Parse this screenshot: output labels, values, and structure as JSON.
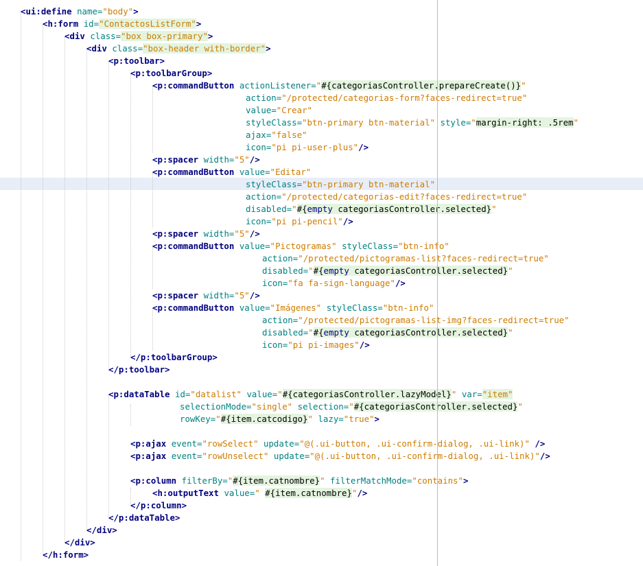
{
  "editor": {
    "lines": [
      [
        {
          "t": "<ui:define",
          "c": "tag"
        },
        {
          "t": " "
        },
        {
          "t": "name",
          "c": "attr"
        },
        {
          "t": "=",
          "c": "eq"
        },
        {
          "t": "\"body\"",
          "c": "str"
        },
        {
          "t": ">",
          "c": "tag"
        }
      ],
      [
        {
          "t": "<h:form",
          "c": "tag"
        },
        {
          "t": " "
        },
        {
          "t": "id",
          "c": "attr"
        },
        {
          "t": "=",
          "c": "eq"
        },
        {
          "t": "\"ContactosListForm\"",
          "c": "str",
          "h": 1
        },
        {
          "t": ">",
          "c": "tag"
        }
      ],
      [
        {
          "t": "<div",
          "c": "tag"
        },
        {
          "t": " "
        },
        {
          "t": "class",
          "c": "attr"
        },
        {
          "t": "=",
          "c": "eq"
        },
        {
          "t": "\"box box-primary\"",
          "c": "str",
          "h": 1
        },
        {
          "t": ">",
          "c": "tag"
        }
      ],
      [
        {
          "t": "<div",
          "c": "tag"
        },
        {
          "t": " "
        },
        {
          "t": "class",
          "c": "attr"
        },
        {
          "t": "=",
          "c": "eq"
        },
        {
          "t": "\"box-header with-border\"",
          "c": "str",
          "h": 1
        },
        {
          "t": ">",
          "c": "tag"
        }
      ],
      [
        {
          "t": "<p:toolbar>",
          "c": "tag"
        }
      ],
      [
        {
          "t": "<p:toolbarGroup>",
          "c": "tag"
        }
      ],
      [
        {
          "t": "<p:commandButton",
          "c": "tag"
        },
        {
          "t": " "
        },
        {
          "t": "actionListener",
          "c": "attr"
        },
        {
          "t": "=",
          "c": "eq"
        },
        {
          "t": "\"",
          "c": "str"
        },
        {
          "t": "#{categoriasController.prepareCreate()}",
          "c": "el",
          "h": 1
        },
        {
          "t": "\"",
          "c": "str"
        }
      ],
      [
        {
          "t": "action",
          "c": "attr"
        },
        {
          "t": "=",
          "c": "eq"
        },
        {
          "t": "\"/protected/categorias-form?faces-redirect=true\"",
          "c": "str"
        }
      ],
      [
        {
          "t": "value",
          "c": "attr"
        },
        {
          "t": "=",
          "c": "eq"
        },
        {
          "t": "\"Crear\"",
          "c": "str"
        }
      ],
      [
        {
          "t": "styleClass",
          "c": "attr"
        },
        {
          "t": "=",
          "c": "eq"
        },
        {
          "t": "\"btn-primary btn-material\"",
          "c": "str"
        },
        {
          "t": " "
        },
        {
          "t": "style",
          "c": "attr"
        },
        {
          "t": "=",
          "c": "eq"
        },
        {
          "t": "\"",
          "c": "str"
        },
        {
          "t": "margin-right: .5rem",
          "c": "el",
          "h": 1
        },
        {
          "t": "\"",
          "c": "str"
        }
      ],
      [
        {
          "t": "ajax",
          "c": "attr"
        },
        {
          "t": "=",
          "c": "eq"
        },
        {
          "t": "\"false\"",
          "c": "str"
        }
      ],
      [
        {
          "t": "icon",
          "c": "attr"
        },
        {
          "t": "=",
          "c": "eq"
        },
        {
          "t": "\"pi pi-user-plus\"",
          "c": "str"
        },
        {
          "t": "/>",
          "c": "tag"
        }
      ],
      [
        {
          "t": "<p:spacer",
          "c": "tag"
        },
        {
          "t": " "
        },
        {
          "t": "width",
          "c": "attr"
        },
        {
          "t": "=",
          "c": "eq"
        },
        {
          "t": "\"5\"",
          "c": "str"
        },
        {
          "t": "/>",
          "c": "tag"
        }
      ],
      [
        {
          "t": "<p:commandButton",
          "c": "tag"
        },
        {
          "t": " "
        },
        {
          "t": "value",
          "c": "attr"
        },
        {
          "t": "=",
          "c": "eq"
        },
        {
          "t": "\"Editar\"",
          "c": "str"
        }
      ],
      [
        {
          "t": "styleClass",
          "c": "attr"
        },
        {
          "t": "=",
          "c": "eq"
        },
        {
          "t": "\"btn-primary btn-material\"",
          "c": "str"
        }
      ],
      [
        {
          "t": "action",
          "c": "attr"
        },
        {
          "t": "=",
          "c": "eq"
        },
        {
          "t": "\"/protected/categorias-edit?faces-redirect=true\"",
          "c": "str"
        }
      ],
      [
        {
          "t": "disabled",
          "c": "attr"
        },
        {
          "t": "=",
          "c": "eq"
        },
        {
          "t": "\"",
          "c": "str"
        },
        {
          "t": "#{",
          "c": "el",
          "h": 1
        },
        {
          "t": "empty",
          "c": "kw",
          "h": 1
        },
        {
          "t": " categoriasController.selected}",
          "c": "el",
          "h": 1
        },
        {
          "t": "\"",
          "c": "str"
        }
      ],
      [
        {
          "t": "icon",
          "c": "attr"
        },
        {
          "t": "=",
          "c": "eq"
        },
        {
          "t": "\"pi pi-pencil\"",
          "c": "str"
        },
        {
          "t": "/>",
          "c": "tag"
        }
      ],
      [
        {
          "t": "<p:spacer",
          "c": "tag"
        },
        {
          "t": " "
        },
        {
          "t": "width",
          "c": "attr"
        },
        {
          "t": "=",
          "c": "eq"
        },
        {
          "t": "\"5\"",
          "c": "str"
        },
        {
          "t": "/>",
          "c": "tag"
        }
      ],
      [
        {
          "t": "<p:commandButton",
          "c": "tag"
        },
        {
          "t": " "
        },
        {
          "t": "value",
          "c": "attr"
        },
        {
          "t": "=",
          "c": "eq"
        },
        {
          "t": "\"Pictogramas\"",
          "c": "str"
        },
        {
          "t": " "
        },
        {
          "t": "styleClass",
          "c": "attr"
        },
        {
          "t": "=",
          "c": "eq"
        },
        {
          "t": "\"btn-info\"",
          "c": "str"
        }
      ],
      [
        {
          "t": "action",
          "c": "attr"
        },
        {
          "t": "=",
          "c": "eq"
        },
        {
          "t": "\"/protected/pictogramas-list?faces-redirect=true\"",
          "c": "str"
        }
      ],
      [
        {
          "t": "disabled",
          "c": "attr"
        },
        {
          "t": "=",
          "c": "eq"
        },
        {
          "t": "\"",
          "c": "str"
        },
        {
          "t": "#{",
          "c": "el",
          "h": 1
        },
        {
          "t": "empty",
          "c": "kw",
          "h": 1
        },
        {
          "t": " categoriasController.selected}",
          "c": "el",
          "h": 1
        },
        {
          "t": "\"",
          "c": "str"
        }
      ],
      [
        {
          "t": "icon",
          "c": "attr"
        },
        {
          "t": "=",
          "c": "eq"
        },
        {
          "t": "\"fa fa-sign-language\"",
          "c": "str"
        },
        {
          "t": "/>",
          "c": "tag"
        }
      ],
      [
        {
          "t": "<p:spacer",
          "c": "tag"
        },
        {
          "t": " "
        },
        {
          "t": "width",
          "c": "attr"
        },
        {
          "t": "=",
          "c": "eq"
        },
        {
          "t": "\"5\"",
          "c": "str"
        },
        {
          "t": "/>",
          "c": "tag"
        }
      ],
      [
        {
          "t": "<p:commandButton",
          "c": "tag"
        },
        {
          "t": " "
        },
        {
          "t": "value",
          "c": "attr"
        },
        {
          "t": "=",
          "c": "eq"
        },
        {
          "t": "\"Imágenes\"",
          "c": "str"
        },
        {
          "t": " "
        },
        {
          "t": "styleClass",
          "c": "attr"
        },
        {
          "t": "=",
          "c": "eq"
        },
        {
          "t": "\"btn-info\"",
          "c": "str"
        }
      ],
      [
        {
          "t": "action",
          "c": "attr"
        },
        {
          "t": "=",
          "c": "eq"
        },
        {
          "t": "\"/protected/pictogramas-list-img?faces-redirect=true\"",
          "c": "str"
        }
      ],
      [
        {
          "t": "disabled",
          "c": "attr"
        },
        {
          "t": "=",
          "c": "eq"
        },
        {
          "t": "\"",
          "c": "str"
        },
        {
          "t": "#{",
          "c": "el",
          "h": 1
        },
        {
          "t": "empty",
          "c": "kw",
          "h": 1
        },
        {
          "t": " categoriasController.selected}",
          "c": "el",
          "h": 1
        },
        {
          "t": "\"",
          "c": "str"
        }
      ],
      [
        {
          "t": "icon",
          "c": "attr"
        },
        {
          "t": "=",
          "c": "eq"
        },
        {
          "t": "\"pi pi-images\"",
          "c": "str"
        },
        {
          "t": "/>",
          "c": "tag"
        }
      ],
      [
        {
          "t": "</p:toolbarGroup>",
          "c": "tag"
        }
      ],
      [
        {
          "t": "</p:toolbar>",
          "c": "tag"
        }
      ],
      [],
      [
        {
          "t": "<p:dataTable",
          "c": "tag"
        },
        {
          "t": " "
        },
        {
          "t": "id",
          "c": "attr"
        },
        {
          "t": "=",
          "c": "eq"
        },
        {
          "t": "\"datalist\"",
          "c": "str"
        },
        {
          "t": " "
        },
        {
          "t": "value",
          "c": "attr"
        },
        {
          "t": "=",
          "c": "eq"
        },
        {
          "t": "\"",
          "c": "str"
        },
        {
          "t": "#{categoriasController.lazyModel}",
          "c": "el",
          "h": 1
        },
        {
          "t": "\"",
          "c": "str"
        },
        {
          "t": " "
        },
        {
          "t": "var",
          "c": "attr"
        },
        {
          "t": "=",
          "c": "eq"
        },
        {
          "t": "\"item\"",
          "c": "str",
          "h": 1
        }
      ],
      [
        {
          "t": "selectionMode",
          "c": "attr"
        },
        {
          "t": "=",
          "c": "eq"
        },
        {
          "t": "\"single\"",
          "c": "str"
        },
        {
          "t": " "
        },
        {
          "t": "selection",
          "c": "attr"
        },
        {
          "t": "=",
          "c": "eq"
        },
        {
          "t": "\"",
          "c": "str"
        },
        {
          "t": "#{categoriasController.selected}",
          "c": "el",
          "h": 1
        },
        {
          "t": "\"",
          "c": "str"
        }
      ],
      [
        {
          "t": "rowKey",
          "c": "attr"
        },
        {
          "t": "=",
          "c": "eq"
        },
        {
          "t": "\"",
          "c": "str"
        },
        {
          "t": "#{item.catcodigo}",
          "c": "el",
          "h": 1
        },
        {
          "t": "\"",
          "c": "str"
        },
        {
          "t": " "
        },
        {
          "t": "lazy",
          "c": "attr"
        },
        {
          "t": "=",
          "c": "eq"
        },
        {
          "t": "\"true\"",
          "c": "str"
        },
        {
          "t": ">",
          "c": "tag"
        }
      ],
      [],
      [
        {
          "t": "<p:ajax",
          "c": "tag"
        },
        {
          "t": " "
        },
        {
          "t": "event",
          "c": "attr"
        },
        {
          "t": "=",
          "c": "eq"
        },
        {
          "t": "\"rowSelect\"",
          "c": "str"
        },
        {
          "t": " "
        },
        {
          "t": "update",
          "c": "attr"
        },
        {
          "t": "=",
          "c": "eq"
        },
        {
          "t": "\"@(.ui-button, .ui-confirm-dialog, .ui-link)\"",
          "c": "str"
        },
        {
          "t": " "
        },
        {
          "t": "/>",
          "c": "tag"
        }
      ],
      [
        {
          "t": "<p:ajax",
          "c": "tag"
        },
        {
          "t": " "
        },
        {
          "t": "event",
          "c": "attr"
        },
        {
          "t": "=",
          "c": "eq"
        },
        {
          "t": "\"rowUnselect\"",
          "c": "str"
        },
        {
          "t": " "
        },
        {
          "t": "update",
          "c": "attr"
        },
        {
          "t": "=",
          "c": "eq"
        },
        {
          "t": "\"@(.ui-button, .ui-confirm-dialog, .ui-link)\"",
          "c": "str"
        },
        {
          "t": "/>",
          "c": "tag"
        }
      ],
      [],
      [
        {
          "t": "<p:column",
          "c": "tag"
        },
        {
          "t": " "
        },
        {
          "t": "filterBy",
          "c": "attr"
        },
        {
          "t": "=",
          "c": "eq"
        },
        {
          "t": "\"",
          "c": "str"
        },
        {
          "t": "#{item.catnombre}",
          "c": "el",
          "h": 1
        },
        {
          "t": "\"",
          "c": "str"
        },
        {
          "t": " "
        },
        {
          "t": "filterMatchMode",
          "c": "attr"
        },
        {
          "t": "=",
          "c": "eq"
        },
        {
          "t": "\"contains\"",
          "c": "str"
        },
        {
          "t": ">",
          "c": "tag"
        }
      ],
      [
        {
          "t": "<h:outputText",
          "c": "tag"
        },
        {
          "t": " "
        },
        {
          "t": "value",
          "c": "attr"
        },
        {
          "t": "=",
          "c": "eq"
        },
        {
          "t": "\" ",
          "c": "str"
        },
        {
          "t": "#{item.catnombre}",
          "c": "el",
          "h": 1
        },
        {
          "t": "\"",
          "c": "str"
        },
        {
          "t": "/>",
          "c": "tag"
        }
      ],
      [
        {
          "t": "</p:column>",
          "c": "tag"
        }
      ],
      [
        {
          "t": "</p:dataTable>",
          "c": "tag"
        }
      ],
      [
        {
          "t": "</div>",
          "c": "tag"
        }
      ],
      [
        {
          "t": "</div>",
          "c": "tag"
        }
      ],
      [
        {
          "t": "</h:form>",
          "c": "tag"
        }
      ]
    ]
  },
  "colors": {
    "tag": "#000080",
    "attribute": "#008080",
    "string": "#ce7b00",
    "el_expression_bg": "#e4f4df",
    "current_line_bg": "#e8eef8",
    "right_margin": "#e6a7a7"
  }
}
